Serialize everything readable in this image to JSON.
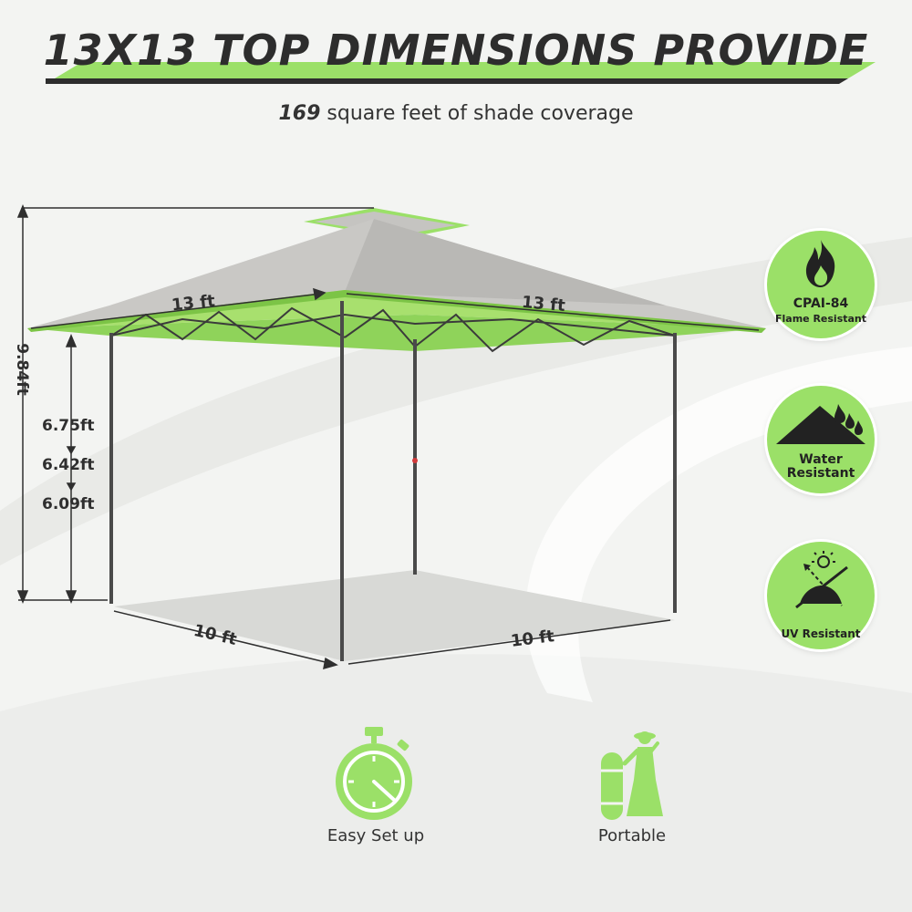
{
  "header": {
    "title": "13X13 TOP DIMENSIONS PROVIDE",
    "subtitle_number": "169",
    "subtitle_text": "square feet of shade coverage"
  },
  "dimensions": {
    "total_height": "9.84ft",
    "height_1": "6.75ft",
    "height_2": "6.42ft",
    "height_3": "6.09ft",
    "top_left": "13 ft",
    "top_right": "13 ft",
    "base_left": "10 ft",
    "base_right": "10 ft"
  },
  "badges": [
    {
      "icon": "flame-icon",
      "line1": "CPAI-84",
      "line2": "Flame Resistant"
    },
    {
      "icon": "water-drop-icon",
      "line1": "Water",
      "line2": "Resistant"
    },
    {
      "icon": "uv-sun-icon",
      "line1": "UV Resistant",
      "line2": ""
    }
  ],
  "features": [
    {
      "icon": "stopwatch-icon",
      "label": "Easy Set up"
    },
    {
      "icon": "person-carrying-bag-icon",
      "label": "Portable"
    }
  ],
  "colors": {
    "accent_green": "#9be068",
    "canopy_gray": "#c9c8c5",
    "dark_text": "#2d2d2d"
  }
}
